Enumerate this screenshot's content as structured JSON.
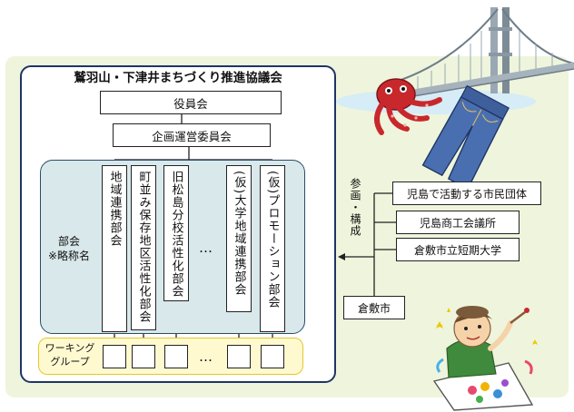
{
  "council": {
    "title": "鷲羽山・下津井まちづくり推進協議会",
    "board": "役員会",
    "planning_committee": "企画運営委員会"
  },
  "bukai": {
    "label_line1": "部会",
    "label_line2": "※略称名",
    "items": [
      "地域連携部会",
      "町並み保存地区活性化部会",
      "旧松島分校活性化部会",
      "(仮)大学地域連携部会",
      "(仮)プロモーション部会"
    ],
    "ellipsis": "…"
  },
  "working_group": {
    "label_line1": "ワーキング",
    "label_line2": "グループ",
    "ellipsis": "…"
  },
  "participation": {
    "label": "参画・構成",
    "members": [
      "児島で活動する市民団体",
      "児島商工会議所",
      "倉敷市立短期大学"
    ],
    "city": "倉敷市"
  },
  "colors": {
    "background_panel": "#eef5dc",
    "council_border": "#1f3566",
    "bukai_panel": "#d9e8ea",
    "working_group_panel": "#fff9d0",
    "working_group_border": "#e6c62a"
  },
  "illustrations": [
    "bridge-illustration",
    "octopus-illustration",
    "jeans-illustration",
    "painting-boy-illustration"
  ]
}
